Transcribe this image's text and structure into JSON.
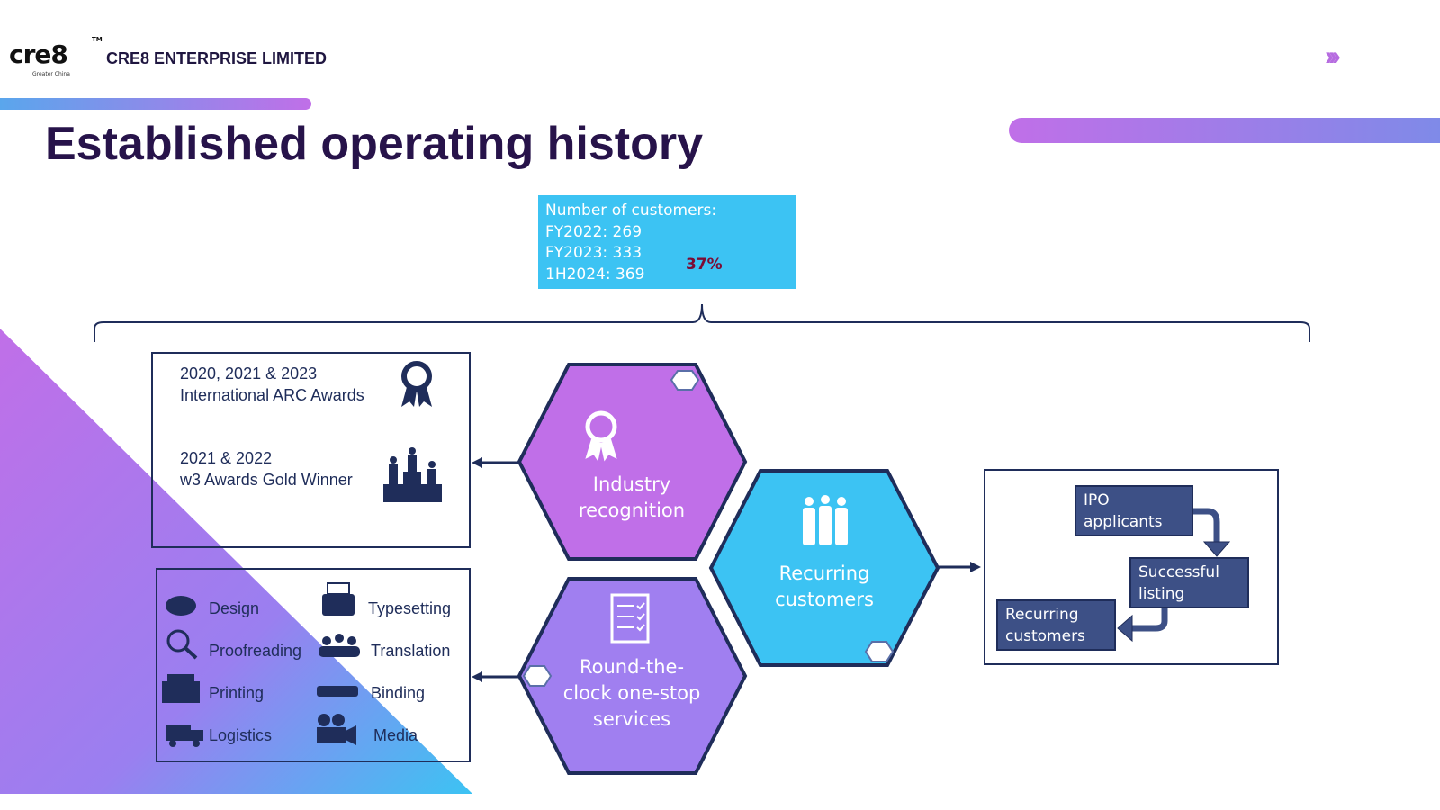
{
  "header": {
    "logo_text": "cre8",
    "logo_tagline": "Greater China",
    "logo_tm": "TM",
    "company": "CRE8 ENTERPRISE LIMITED",
    "nav_icon": "triple-chevron-right-icon"
  },
  "title": "Established operating history",
  "customers": {
    "heading": "Number of customers:",
    "lines": [
      "FY2022: 269",
      "FY2023: 333",
      "1H2024: 369"
    ],
    "growth": "37%"
  },
  "awards": [
    {
      "line1": "2020, 2021 & 2023",
      "line2": "International ARC Awards",
      "icon": "award-ribbon-icon"
    },
    {
      "line1": "2021 & 2022",
      "line2": "w3 Awards Gold Winner",
      "icon": "podium-icon"
    }
  ],
  "services": [
    {
      "label": "Design",
      "icon": "palette-icon"
    },
    {
      "label": "Typesetting",
      "icon": "typewriter-icon"
    },
    {
      "label": "Proofreading",
      "icon": "magnifier-icon"
    },
    {
      "label": "Translation",
      "icon": "people-icon"
    },
    {
      "label": "Printing",
      "icon": "printer-icon"
    },
    {
      "label": "Binding",
      "icon": "stapler-icon"
    },
    {
      "label": "Logistics",
      "icon": "truck-icon"
    },
    {
      "label": "Media",
      "icon": "camera-icon"
    }
  ],
  "hexagons": {
    "industry": [
      "Industry",
      "recognition"
    ],
    "recurring": [
      "Recurring",
      "customers"
    ],
    "services": [
      "Round-the-",
      "clock one-stop",
      "services"
    ]
  },
  "flow": {
    "step1": [
      "IPO",
      "applicants"
    ],
    "step2": [
      "Successful",
      "listing"
    ],
    "step3": [
      "Recurring",
      "customers"
    ]
  },
  "colors": {
    "purple": "#c06fe8",
    "blue": "#3cc3f3",
    "navy": "#1f2d5a",
    "lavender": "#a07ff0"
  }
}
